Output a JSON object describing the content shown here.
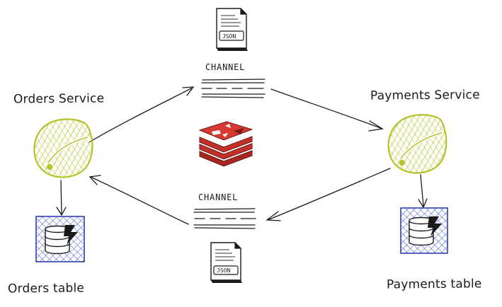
{
  "labels": {
    "orders_service": "Orders Service",
    "payments_service": "Payments Service",
    "orders_table": "Orders table",
    "payments_table": "Payments table",
    "channel_top": "CHANNEL",
    "channel_bottom": "CHANNEL",
    "json_top": "JSON",
    "json_bottom": "JSON"
  },
  "icons": {
    "service": "spring-leaf-icon",
    "database": "database-icon",
    "message_broker": "redis-icon",
    "file": "json-file-icon"
  },
  "colors": {
    "spring_green": "#b5c22a",
    "db_blue": "#3a4fc6",
    "redis_red": "#c2302a",
    "ink": "#1a1a1a"
  }
}
